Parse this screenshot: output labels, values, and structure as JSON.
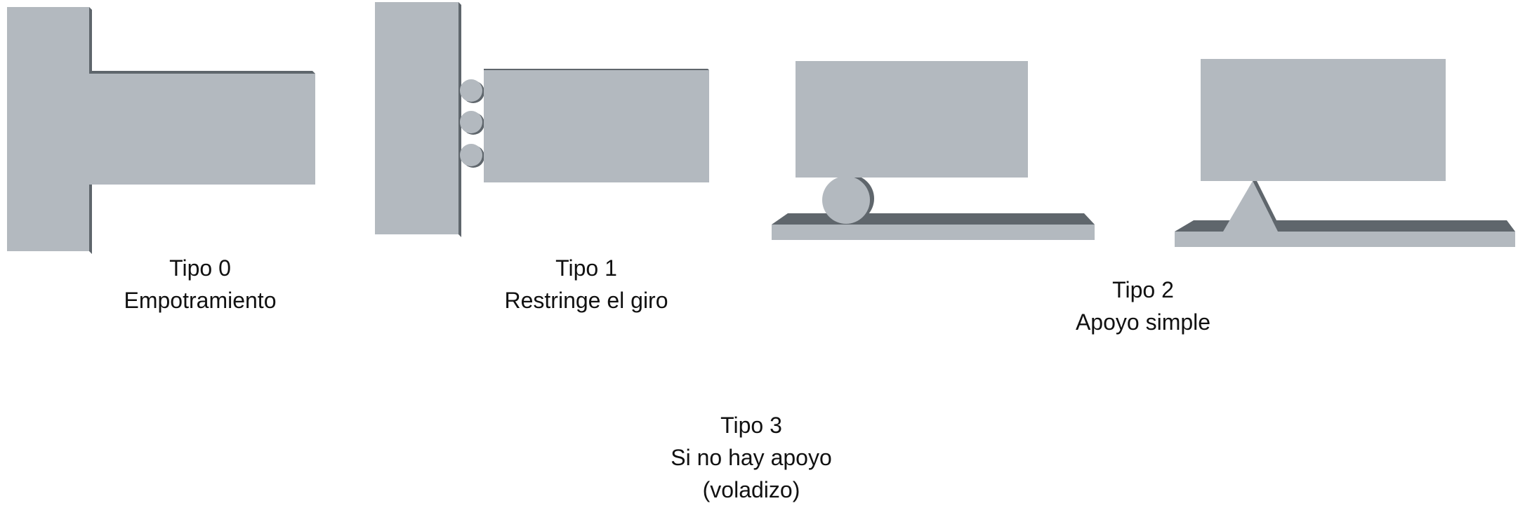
{
  "colors": {
    "face": "#b3b9bf",
    "shadow": "#5f666c",
    "text": "#111111",
    "background": "#ffffff"
  },
  "supports": [
    {
      "id": "tipo-0",
      "title": "Tipo 0",
      "description": "Empotramiento"
    },
    {
      "id": "tipo-1",
      "title": "Tipo 1",
      "description": "Restringe el giro"
    },
    {
      "id": "tipo-2",
      "title": "Tipo 2",
      "description": "Apoyo simple"
    },
    {
      "id": "tipo-3",
      "title": "Tipo 3",
      "description": "Si no hay apoyo",
      "note": "(voladizo)"
    }
  ]
}
